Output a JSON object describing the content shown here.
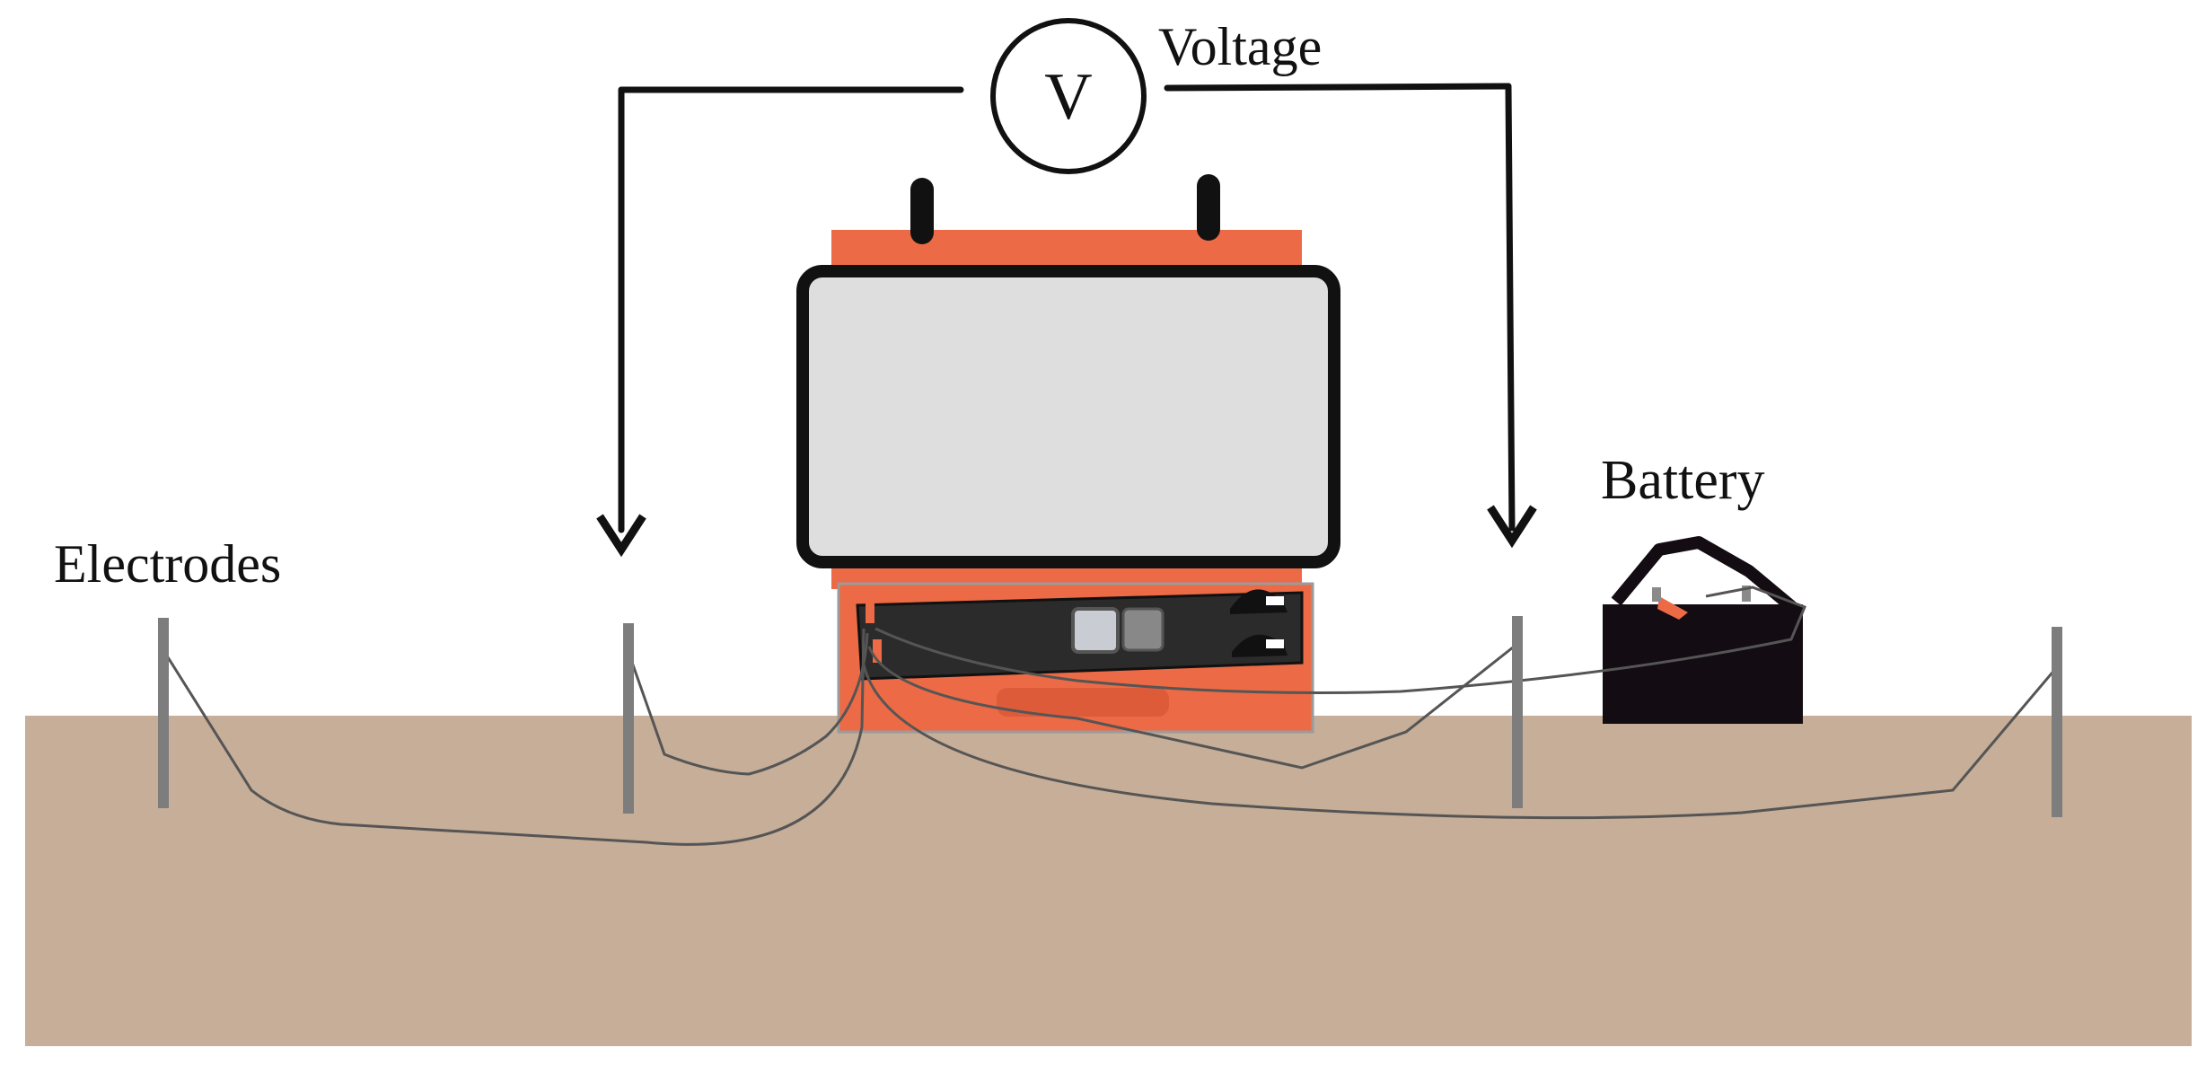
{
  "labels": {
    "voltage": "Voltage",
    "voltmeter_symbol": "V",
    "battery": "Battery",
    "electrodes": "Electrodes"
  },
  "colors": {
    "ground": "#c6ae98",
    "instrument_body": "#ec6a45",
    "screen_fill": "#dedede",
    "panel": "#2b2b2b",
    "battery": "#130c12",
    "electrode": "#7d7d7d",
    "cable": "#555555",
    "line": "#111111"
  }
}
